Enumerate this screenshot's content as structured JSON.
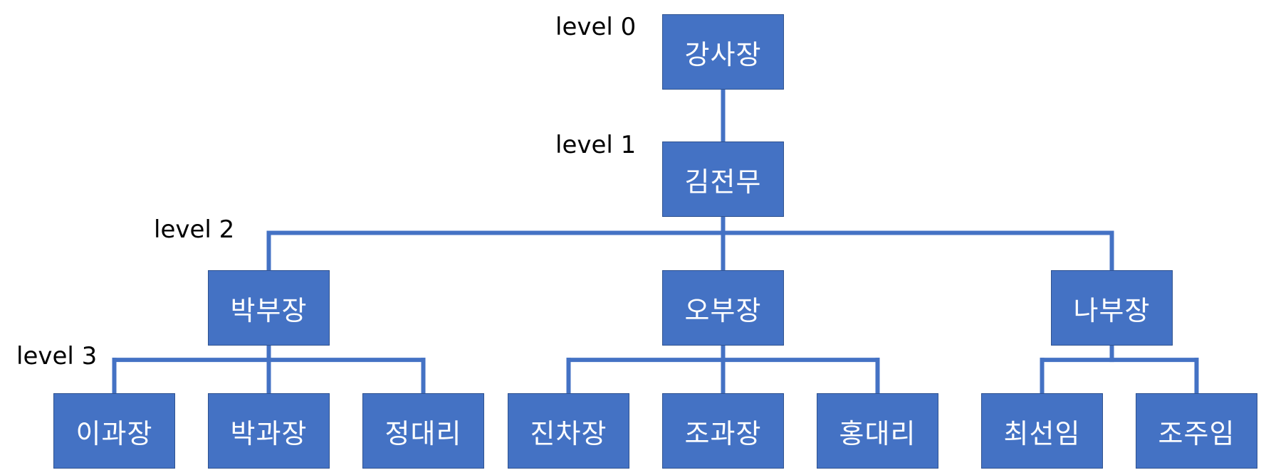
{
  "colors": {
    "node_fill": "#4472c4",
    "node_border": "#2f528f",
    "connector": "#4472c4"
  },
  "levels": [
    "level 0",
    "level 1",
    "level 2",
    "level 3"
  ],
  "nodes": [
    {
      "id": "n0",
      "label": "강사장"
    },
    {
      "id": "n1",
      "label": "김전무"
    },
    {
      "id": "n2a",
      "label": "박부장"
    },
    {
      "id": "n2b",
      "label": "오부장"
    },
    {
      "id": "n2c",
      "label": "나부장"
    },
    {
      "id": "n3a",
      "label": "이과장"
    },
    {
      "id": "n3b",
      "label": "박과장"
    },
    {
      "id": "n3c",
      "label": "정대리"
    },
    {
      "id": "n3d",
      "label": "진차장"
    },
    {
      "id": "n3e",
      "label": "조과장"
    },
    {
      "id": "n3f",
      "label": "홍대리"
    },
    {
      "id": "n3g",
      "label": "최선임"
    },
    {
      "id": "n3h",
      "label": "조주임"
    }
  ],
  "edges": [
    [
      "n0",
      "n1"
    ],
    [
      "n1",
      "n2a"
    ],
    [
      "n1",
      "n2b"
    ],
    [
      "n1",
      "n2c"
    ],
    [
      "n2a",
      "n3a"
    ],
    [
      "n2a",
      "n3b"
    ],
    [
      "n2a",
      "n3c"
    ],
    [
      "n2b",
      "n3d"
    ],
    [
      "n2b",
      "n3e"
    ],
    [
      "n2b",
      "n3f"
    ],
    [
      "n2c",
      "n3g"
    ],
    [
      "n2c",
      "n3h"
    ]
  ]
}
